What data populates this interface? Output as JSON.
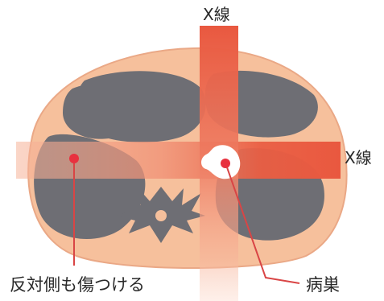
{
  "labels": {
    "beam_top": "X線",
    "beam_right": "X線",
    "opposite_side": "反対側も傷つける",
    "lesion": "病巣"
  },
  "colors": {
    "body": "#f6c09c",
    "body_outline": "#e9a47c",
    "organ": "#6e6e74",
    "beam": "#e9583f",
    "lesion": "#ffffff",
    "marker": "#e8313f",
    "pointer_line": "#d94545"
  }
}
